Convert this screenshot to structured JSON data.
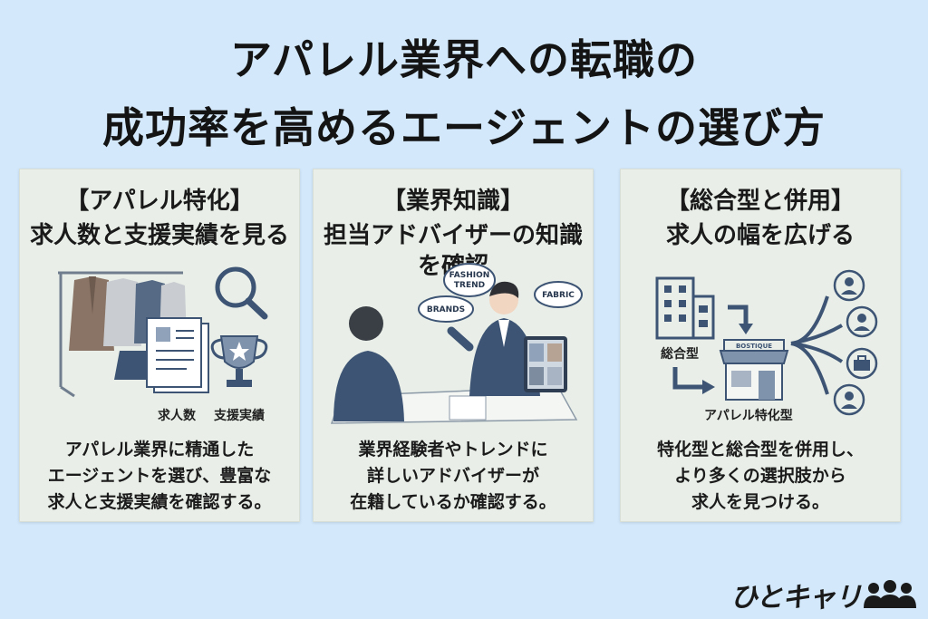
{
  "title": {
    "line1": "アパレル業界への転職の",
    "line2": "成功率を高めるエージェントの選び方"
  },
  "cards": [
    {
      "heading": "【アパレル特化】",
      "subheading": "求人数と支援実績を見る",
      "labels": [
        "求人数",
        "支援実績"
      ],
      "body": [
        "アパレル業界に精通した",
        "エージェントを選び、豊富な",
        "求人と支援実績を確認する。"
      ]
    },
    {
      "heading": "【業界知識】",
      "subheading": "担当アドバイザーの知識を確認",
      "bubbles": [
        "FASHION",
        "TREND",
        "BRANDS",
        "FABRIC"
      ],
      "body": [
        "業界経験者やトレンドに",
        "詳しいアドバイザーが",
        "在籍しているか確認する。"
      ]
    },
    {
      "heading": "【総合型と併用】",
      "subheading": "求人の幅を広げる",
      "labels": [
        "総合型",
        "アパレル特化型"
      ],
      "shop_sign": "BOSTIQUE",
      "body": [
        "特化型と総合型を併用し、",
        "より多くの選択肢から",
        "求人を見つける。"
      ]
    }
  ],
  "logo": {
    "text": "ひとキャリ"
  },
  "colors": {
    "background": "#d3e9fb",
    "card": "#e9efe8",
    "navy": "#3d5474",
    "slate": "#7f93ad"
  }
}
